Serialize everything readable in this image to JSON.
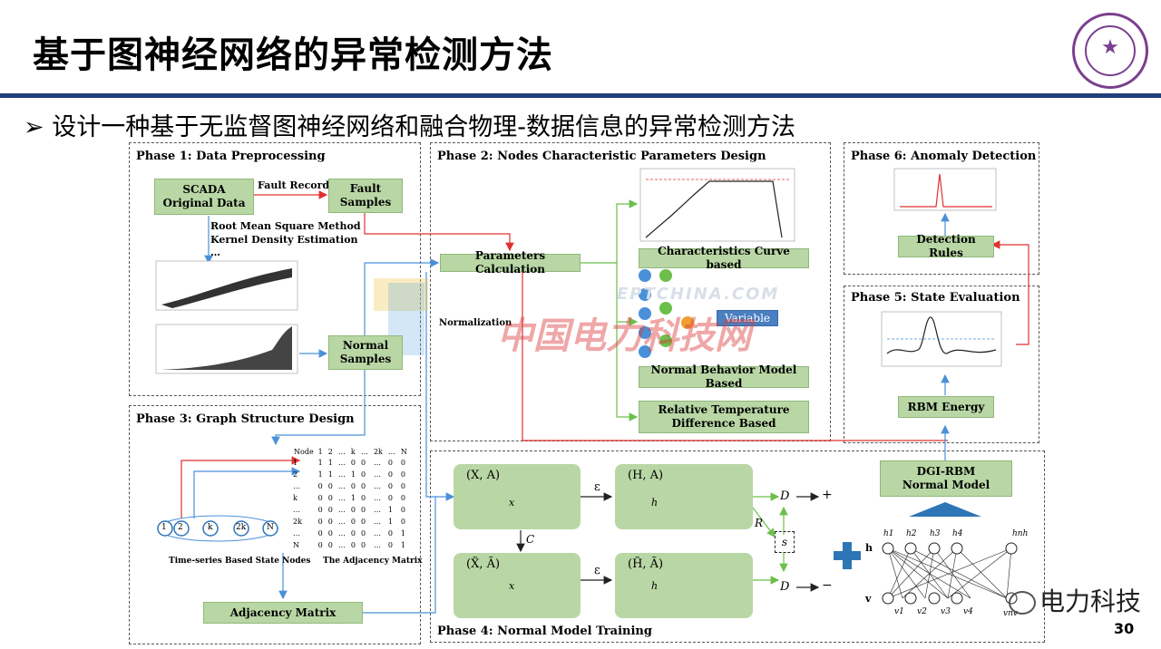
{
  "slide": {
    "title": "基于图神经网络的异常检测方法",
    "bullet_marker": "➢",
    "bullet": "设计一种基于无监督图神经网络和融合物理-数据信息的异常检测方法",
    "page_number": "30",
    "wechat_label": "电力科技",
    "watermark_en": "EPTCHINA.COM",
    "watermark_cn": "中国电力科技网"
  },
  "phase1": {
    "title": "Phase 1: Data Preprocessing",
    "scada": "SCADA\nOriginal Data",
    "fault_records": "Fault Records",
    "fault_samples": "Fault\nSamples",
    "rms": "Root Mean Square Method",
    "kde": "Kernel Density Estimation",
    "dots": "…",
    "normal_samples": "Normal\nSamples"
  },
  "phase2": {
    "title": "Phase 2: Nodes Characteristic Parameters Design",
    "params_calc": "Parameters Calculation",
    "normalization": "Normalization",
    "curve_based": "Characteristics Curve based",
    "variable": "Variable",
    "nbm_based": "Normal Behavior Model Based",
    "rtd_based": "Relative Temperature\nDifference Based"
  },
  "phase3": {
    "title": "Phase 3: Graph Structure Design",
    "node_labels": [
      "1",
      "2",
      "…",
      "k",
      "…",
      "2k",
      "…",
      "N"
    ],
    "ts_caption": "Time-series Based State Nodes",
    "adj_caption": "The Adjacency Matrix",
    "adj_box": "Adjacency Matrix",
    "matrix_header": [
      "Node",
      "1",
      "2",
      "…",
      "k",
      "…",
      "2k",
      "…",
      "N"
    ],
    "matrix_rows": [
      [
        "1",
        "1",
        "1",
        "…",
        "0",
        "0",
        "…",
        "0",
        "0"
      ],
      [
        "2",
        "1",
        "1",
        "…",
        "1",
        "0",
        "…",
        "0",
        "0"
      ],
      [
        "…",
        "0",
        "0",
        "…",
        "0",
        "0",
        "…",
        "0",
        "0"
      ],
      [
        "k",
        "0",
        "0",
        "…",
        "1",
        "0",
        "…",
        "0",
        "0"
      ],
      [
        "…",
        "0",
        "0",
        "…",
        "0",
        "0",
        "…",
        "1",
        "0"
      ],
      [
        "2k",
        "0",
        "0",
        "…",
        "0",
        "0",
        "…",
        "1",
        "0"
      ],
      [
        "…",
        "0",
        "0",
        "…",
        "0",
        "0",
        "…",
        "0",
        "1"
      ],
      [
        "N",
        "0",
        "0",
        "…",
        "0",
        "0",
        "…",
        "0",
        "1"
      ]
    ]
  },
  "phase4": {
    "title": "Phase 4: Normal Model Training",
    "xa": "(X, A)",
    "ha": "(H, A)",
    "xa_tilde": "(X̃, Ã)",
    "ha_tilde": "(H̃, Ã)",
    "enc": "ε",
    "corrupt": "C",
    "readout": "R",
    "disc": "D",
    "plus": "+",
    "minus": "−",
    "summary": "s",
    "xi": "x",
    "hi": "h",
    "dgi_rbm": "DGI-RBM\nNormal Model",
    "rbm_h": "h",
    "rbm_v": "v",
    "hidden_labels": [
      "h1",
      "h2",
      "h3",
      "h4",
      "hnh"
    ],
    "visible_labels": [
      "v1",
      "v2",
      "v3",
      "v4",
      "vnv"
    ]
  },
  "phase5": {
    "title": "Phase 5: State Evaluation",
    "rbm_energy": "RBM Energy"
  },
  "phase6": {
    "title": "Phase 6: Anomaly Detection",
    "detection_rules": "Detection Rules"
  }
}
